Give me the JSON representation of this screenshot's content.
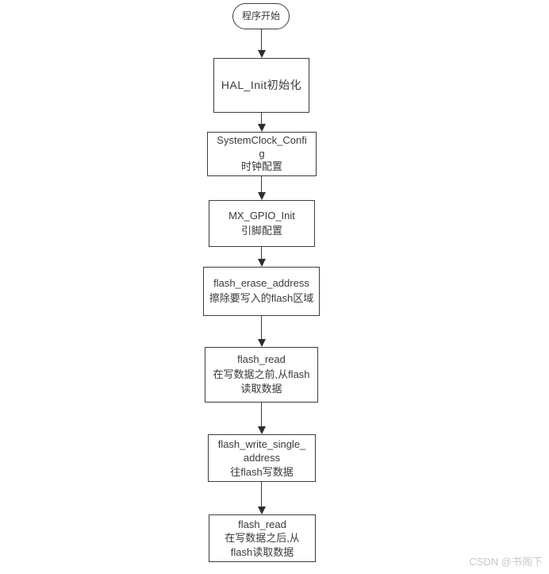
{
  "page": {
    "watermark": "CSDN @书阁下",
    "background_color": "#ffffff"
  },
  "colors": {
    "node_border": "#3d3d3d",
    "node_fill": "#ffffff",
    "text": "#3a3a3a",
    "arrow": "#2e2e2e",
    "watermark": "#c9c9c9"
  },
  "flowchart": {
    "nodes": [
      {
        "id": "start",
        "type": "terminator",
        "lines": [
          "程序开始"
        ]
      },
      {
        "id": "hal-init",
        "type": "process",
        "lines": [
          "HAL_Init初始化"
        ]
      },
      {
        "id": "system-clock-config",
        "type": "process",
        "lines": [
          "SystemClock_Confi",
          "g",
          "时钟配置"
        ]
      },
      {
        "id": "mx-gpio-init",
        "type": "process",
        "lines": [
          "MX_GPIO_Init",
          "引脚配置"
        ]
      },
      {
        "id": "flash-erase-address",
        "type": "process",
        "lines": [
          "flash_erase_address",
          "擦除要写入的flash区域"
        ]
      },
      {
        "id": "flash-read-before",
        "type": "process",
        "lines": [
          "flash_read",
          "在写数据之前,从flash",
          "读取数据"
        ]
      },
      {
        "id": "flash-write-single-address",
        "type": "process",
        "lines": [
          "flash_write_single_",
          "address",
          "往flash写数据"
        ]
      },
      {
        "id": "flash-read-after",
        "type": "process",
        "lines": [
          "flash_read",
          "在写数据之后,从",
          "flash读取数据"
        ]
      }
    ]
  }
}
